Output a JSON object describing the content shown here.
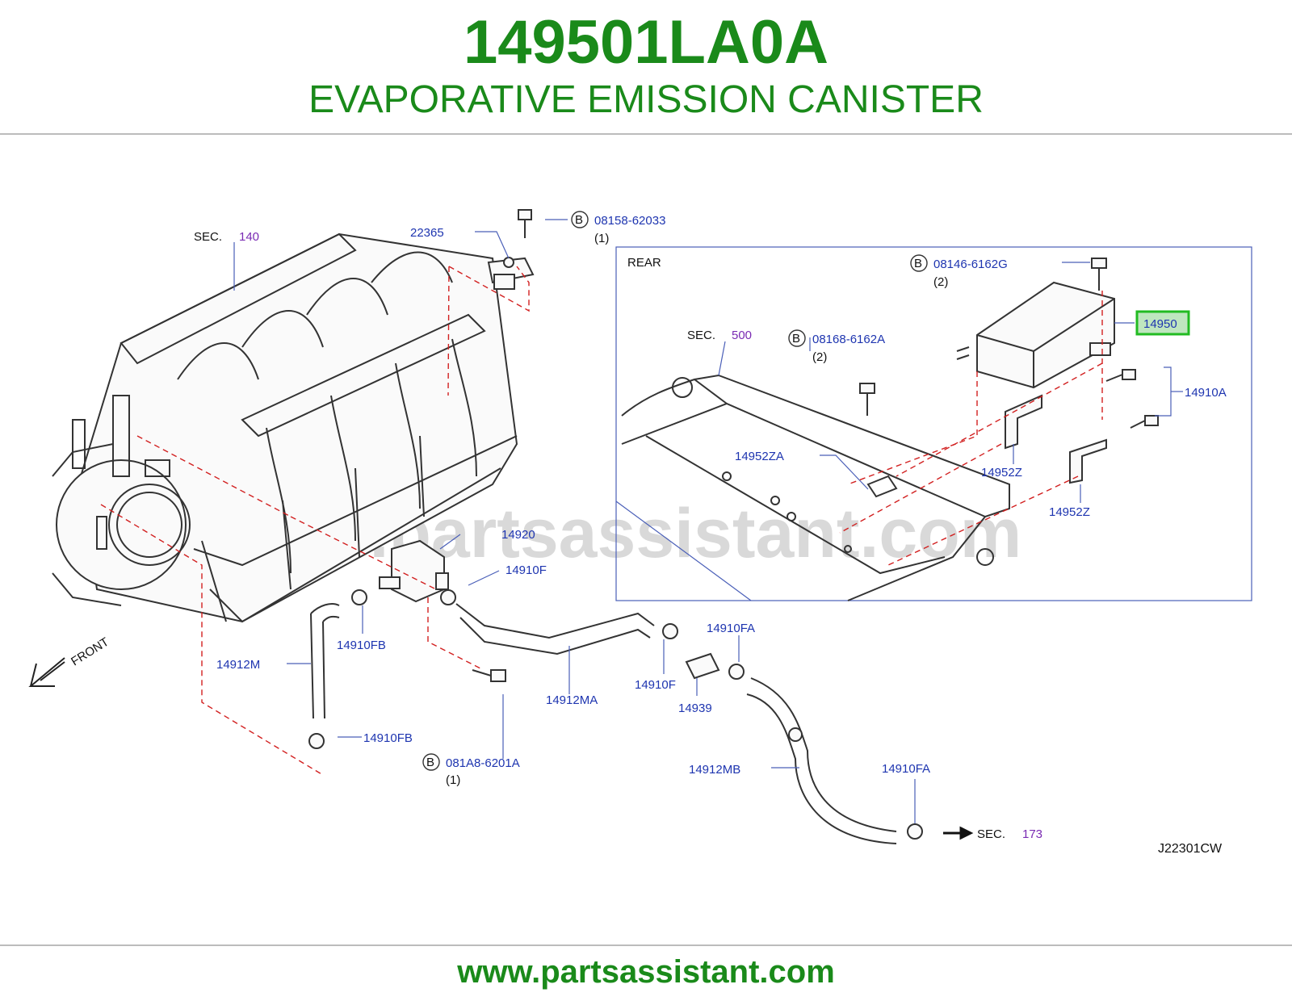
{
  "header": {
    "part_number": "149501LA0A",
    "part_name": "EVAPORATIVE EMISSION CANISTER"
  },
  "footer": {
    "url": "www.partsassistant.com"
  },
  "watermark": "www.partsassistant.com",
  "colors": {
    "title_green": "#1a8a1a",
    "label_blue": "#1e35b0",
    "sec_purple": "#7a2bb3",
    "leader_red": "#d22020",
    "highlight_green": "#22bb22"
  },
  "diagram": {
    "code": "J22301CW",
    "rear_label": "REAR",
    "front_label": "FRONT",
    "sec_word": "SEC.",
    "sec_refs": [
      "140",
      "500",
      "173"
    ],
    "bolt_marker": "B",
    "bolts": [
      {
        "part": "08158-62033",
        "qty": "(1)"
      },
      {
        "part": "08146-6162G",
        "qty": "(2)"
      },
      {
        "part": "08168-6162A",
        "qty": "(2)"
      },
      {
        "part": "081A8-6201A",
        "qty": "(1)"
      }
    ],
    "parts": {
      "p22365": "22365",
      "p14950": "14950",
      "p14910A": "14910A",
      "p14952ZA": "14952ZA",
      "p14952Z_1": "14952Z",
      "p14952Z_2": "14952Z",
      "p14920": "14920",
      "p14910F_1": "14910F",
      "p14910F_2": "14910F",
      "p14910FB_1": "14910FB",
      "p14910FB_2": "14910FB",
      "p14912M": "14912M",
      "p14912MA": "14912MA",
      "p14910FA_1": "14910FA",
      "p14910FA_2": "14910FA",
      "p14939": "14939",
      "p14912MB": "14912MB"
    }
  }
}
